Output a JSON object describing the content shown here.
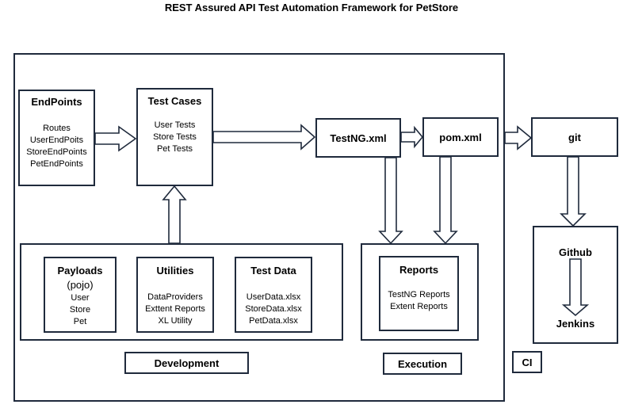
{
  "title": "REST Assured API Test Automation Framework for PetStore",
  "endpoints": {
    "heading": "EndPoints",
    "items": [
      "Routes",
      "UserEndPoits",
      "StoreEndPoints",
      "PetEndPoints"
    ]
  },
  "test_cases": {
    "heading": "Test Cases",
    "items": [
      "User Tests",
      "Store Tests",
      "Pet Tests"
    ]
  },
  "testng": {
    "label": "TestNG.xml"
  },
  "pom": {
    "label": "pom.xml"
  },
  "git": {
    "label": "git"
  },
  "payloads": {
    "heading": "Payloads",
    "subheading": "(pojo)",
    "items": [
      "User",
      "Store",
      "Pet"
    ]
  },
  "utilities": {
    "heading": "Utilities",
    "items": [
      "DataProviders",
      "Exttent Reports",
      "XL Utility"
    ]
  },
  "test_data": {
    "heading": "Test Data",
    "items": [
      "UserData.xlsx",
      "StoreData.xlsx",
      "PetData.xlsx"
    ]
  },
  "reports": {
    "heading": "Reports",
    "items": [
      "TestNG Reports",
      "Extent Reports"
    ]
  },
  "ci_box": {
    "github": "Github",
    "jenkins": "Jenkins"
  },
  "labels": {
    "development": "Development",
    "execution": "Execution",
    "ci": "CI"
  }
}
